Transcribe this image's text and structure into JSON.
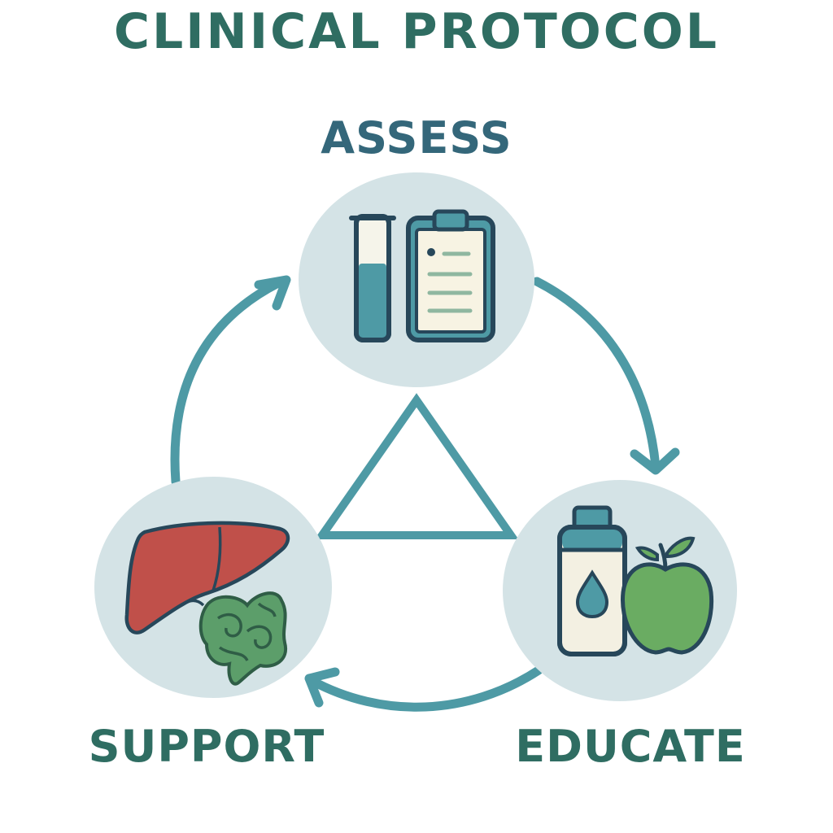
{
  "title": "CLINICAL PROTOCOL",
  "steps": {
    "assess": {
      "label": "ASSESS",
      "icons": [
        "test-tube-icon",
        "clipboard-icon"
      ]
    },
    "educate": {
      "label": "EDUCATE",
      "icons": [
        "water-bottle-icon",
        "apple-icon"
      ]
    },
    "support": {
      "label": "SUPPORT",
      "icons": [
        "liver-icon",
        "intestine-icon"
      ]
    }
  },
  "colors": {
    "title": "#2f6d62",
    "assess_label": "#34677a",
    "arrow": "#4e9aa5",
    "circle_fill": "#d4e3e6",
    "liver": "#c0504a",
    "intestine": "#5c9e6a",
    "apple": "#6aac62"
  }
}
